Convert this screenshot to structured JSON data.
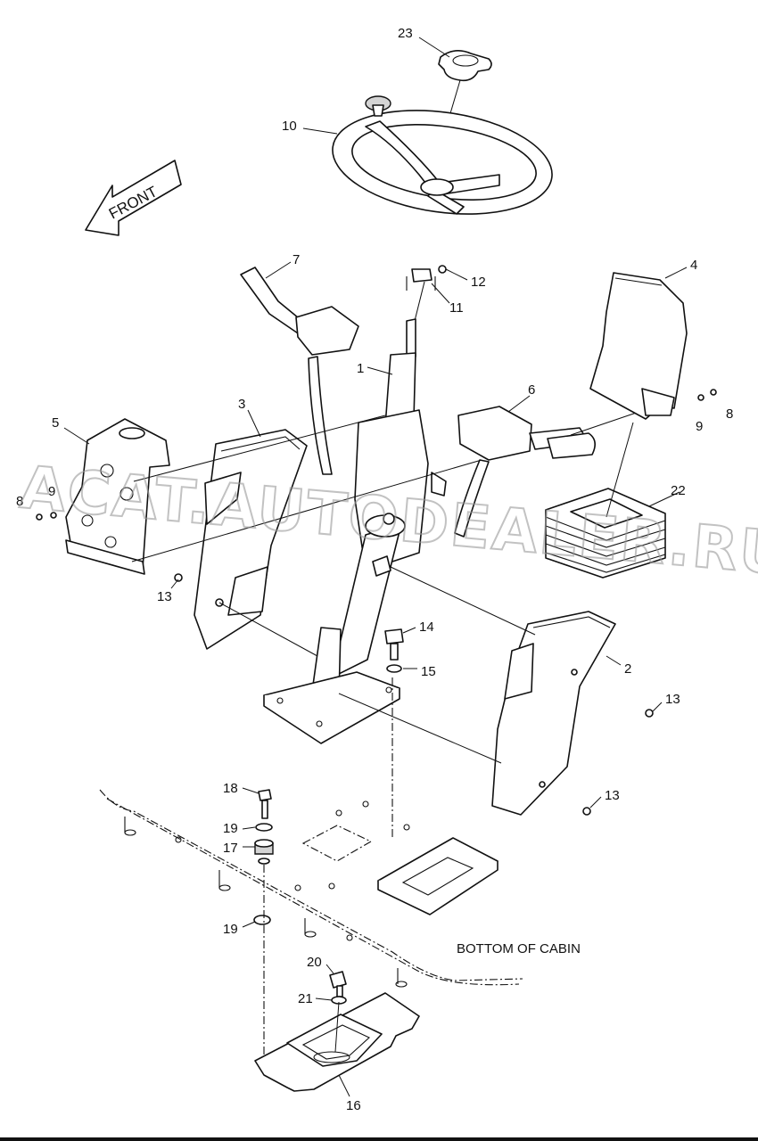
{
  "front_label": "FRONT",
  "caption": "BOTTOM OF CABIN",
  "watermark": "ACAT.AUTODEALER.RU",
  "callouts": [
    {
      "id": "c23",
      "text": "23"
    },
    {
      "id": "c10",
      "text": "10"
    },
    {
      "id": "c7",
      "text": "7"
    },
    {
      "id": "c12",
      "text": "12"
    },
    {
      "id": "c11",
      "text": "11"
    },
    {
      "id": "c4",
      "text": "4"
    },
    {
      "id": "c1",
      "text": "1"
    },
    {
      "id": "c3",
      "text": "3"
    },
    {
      "id": "c6",
      "text": "6"
    },
    {
      "id": "c5",
      "text": "5"
    },
    {
      "id": "c9a",
      "text": "9"
    },
    {
      "id": "c8a",
      "text": "8"
    },
    {
      "id": "c9b",
      "text": "9"
    },
    {
      "id": "c8b",
      "text": "8"
    },
    {
      "id": "c22",
      "text": "22"
    },
    {
      "id": "c13a",
      "text": "13"
    },
    {
      "id": "c14",
      "text": "14"
    },
    {
      "id": "c15",
      "text": "15"
    },
    {
      "id": "c2",
      "text": "2"
    },
    {
      "id": "c13b",
      "text": "13"
    },
    {
      "id": "c13c",
      "text": "13"
    },
    {
      "id": "c18",
      "text": "18"
    },
    {
      "id": "c19a",
      "text": "19"
    },
    {
      "id": "c17",
      "text": "17"
    },
    {
      "id": "c19b",
      "text": "19"
    },
    {
      "id": "c20",
      "text": "20"
    },
    {
      "id": "c21",
      "text": "21"
    },
    {
      "id": "c16",
      "text": "16"
    }
  ]
}
